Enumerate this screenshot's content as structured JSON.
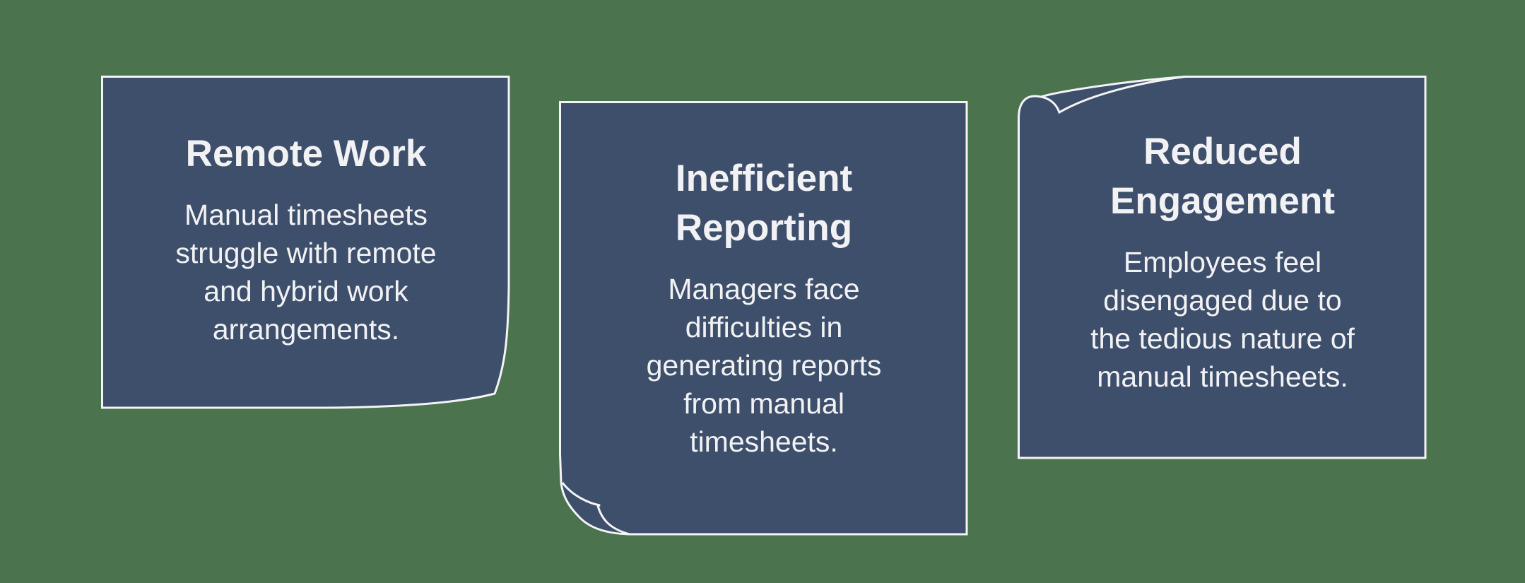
{
  "colors": {
    "background": "#4a734e",
    "card_fill": "#3e4f6b",
    "card_stroke": "#f4f4f6",
    "text": "#f2f2f4"
  },
  "cards": [
    {
      "title": "Remote Work",
      "description": [
        "Manual timesheets",
        "struggle with remote",
        "and hybrid work",
        "arrangements."
      ],
      "decoration": "page-curl-bottom-right"
    },
    {
      "title": [
        "Inefficient",
        "Reporting"
      ],
      "description": [
        "Managers face",
        "difficulties in",
        "generating reports",
        "from manual",
        "timesheets."
      ],
      "decoration": "page-curl-bottom-left"
    },
    {
      "title": [
        "Reduced",
        "Engagement"
      ],
      "description": [
        "Employees feel",
        "disengaged due to",
        "the tedious nature of",
        "manual timesheets."
      ],
      "decoration": "page-curl-top-left"
    }
  ]
}
